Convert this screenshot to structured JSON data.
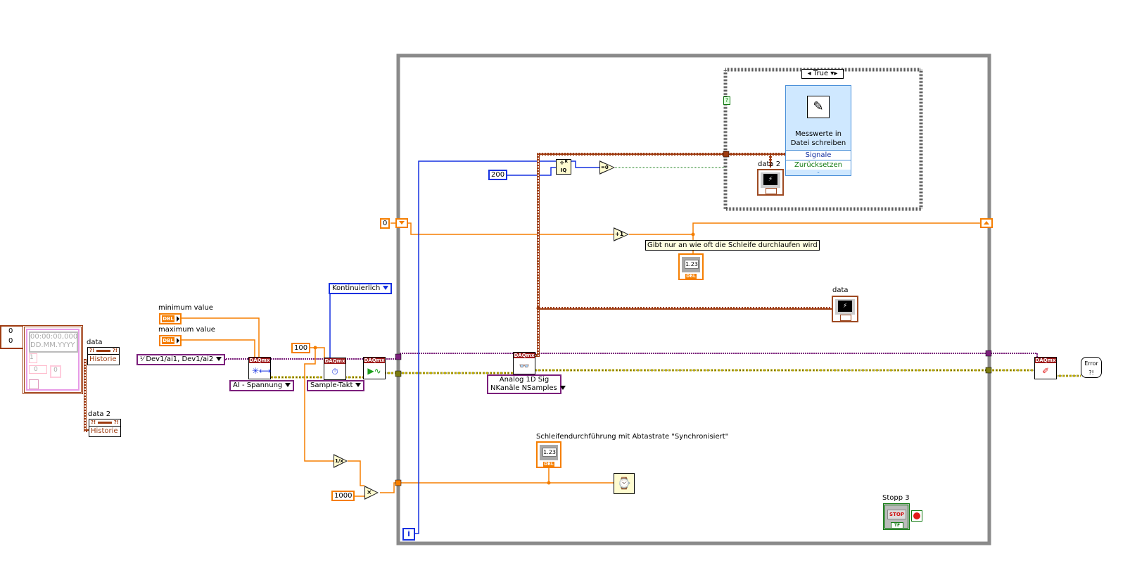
{
  "left_cluster": {
    "array_index_0": "0",
    "array_index_1": "0",
    "timestamp_time": "00:00:00,000",
    "timestamp_date": "DD.MM.YYYY",
    "cluster_num": "1",
    "cluster_numeric": "0",
    "cluster_numeric_2": "0"
  },
  "history_nodes": [
    {
      "label": "data",
      "property": "Historie"
    },
    {
      "label": "data 2",
      "property": "Historie"
    }
  ],
  "inputs": {
    "minimum_label": "minimum value",
    "maximum_label": "maximum value",
    "dbl_type": "DBL",
    "channels": "Dev1/ai1, Dev1/ai2",
    "sample_rate": "100",
    "sample_mode": "Kontinuierlich",
    "millis_constant": "1000"
  },
  "daqmx": {
    "header": "DAQmx",
    "create_channel_polymorph": "AI - Spannung",
    "timing_polymorph": "Sample-Takt",
    "read_polymorph_line1": "Analog 1D Sig",
    "read_polymorph_line2": "NKanäle NSamples"
  },
  "loop": {
    "shift_register_init": "0",
    "modulo_constant": "200",
    "iteration_terminal": "i",
    "increment_label": "+1",
    "equals_zero_label": "=0",
    "quotient_label": "÷ R IQ",
    "reciprocal_label": "1/x",
    "multiply_label": "×",
    "loop_count_comment": "Gibt nur an wie oft die Schleife durchlaufen wird",
    "indicator_value": "1.23",
    "synchronized_label": "Schleifendurchführung mit Abtastrate \"Synchronisiert\"",
    "data_graph_label": "data",
    "stop_label": "Stopp 3",
    "stop_button_text": "STOP",
    "stop_type": "TF"
  },
  "case_structure": {
    "selector": "True",
    "selector_question": "?",
    "express_vi_title_line1": "Messwerte in",
    "express_vi_title_line2": "Datei schreiben",
    "express_vi_inputs": [
      "Signale",
      "Zurücksetzen"
    ],
    "graph_label": "data 2"
  },
  "error_handler": {
    "label": "Error ?!"
  }
}
